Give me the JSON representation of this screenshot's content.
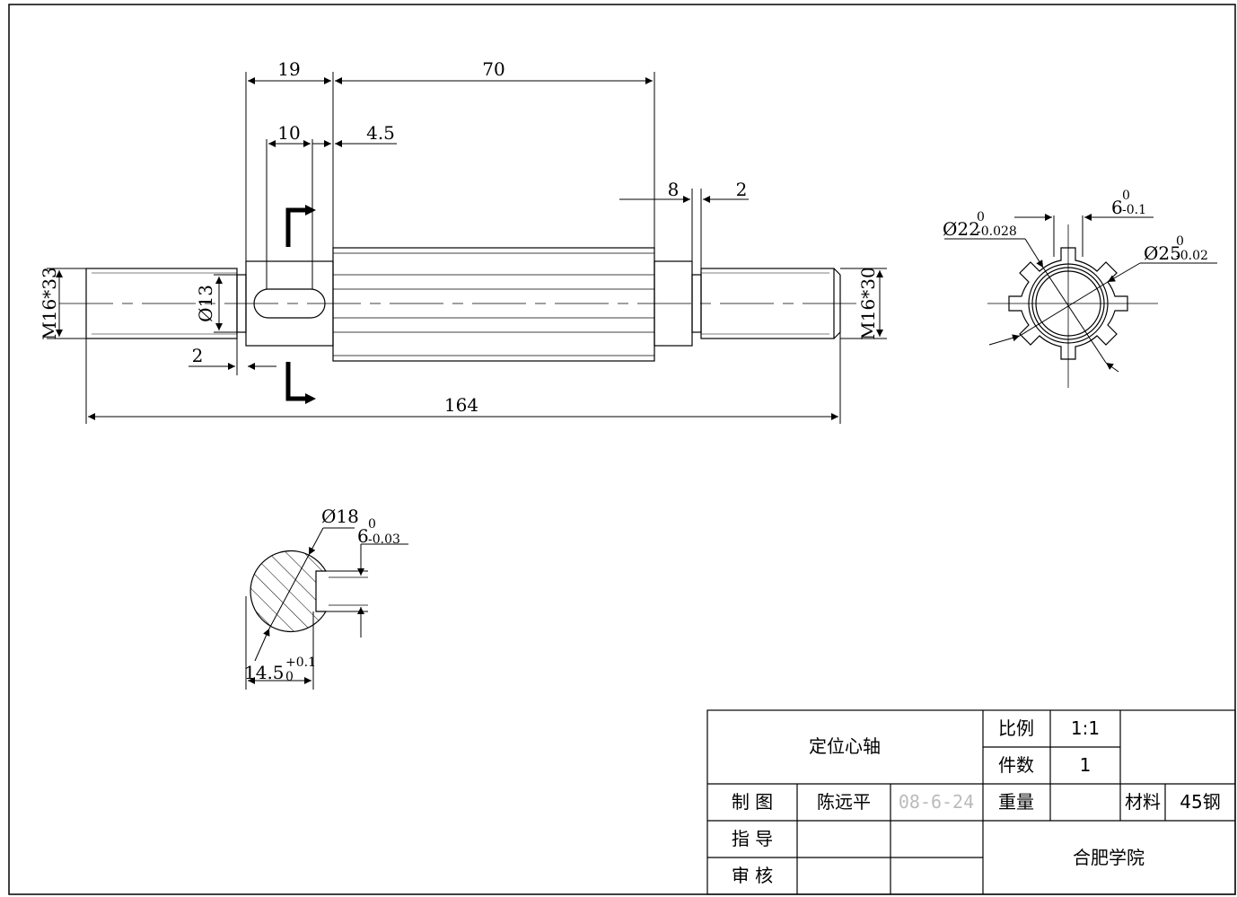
{
  "shaft_view": {
    "dims": {
      "d19": "19",
      "d70": "70",
      "d10": "10",
      "d4_5": "4.5",
      "d8": "8",
      "d2_top": "2",
      "d13": "Ø13",
      "thread_left": "M16*33",
      "thread_right": "M16*30",
      "d2_bottom": "2",
      "total": "164"
    }
  },
  "end_view": {
    "d22": "Ø22",
    "d22_upper": "0",
    "d22_lower": "-0.028",
    "d25": "Ø25",
    "d25_upper": "0",
    "d25_lower": "-0.02",
    "w6": "6",
    "w6_upper": "0",
    "w6_lower": "-0.1"
  },
  "section_view": {
    "d18": "Ø18",
    "w6": "6",
    "w6_upper": "0",
    "w6_lower": "-0.03",
    "depth": "14.5",
    "depth_upper": "+0.1",
    "depth_lower": "0"
  },
  "title_block": {
    "part_name": "定位心轴",
    "scale_label": "比例",
    "scale_value": "1:1",
    "qty_label": "件数",
    "qty_value": "1",
    "drawn_label": "制 图",
    "drawn_by": "陈远平",
    "drawn_date": "08-6-24",
    "weight_label": "重量",
    "material_label": "材料",
    "material_value": "45钢",
    "guide_label": "指 导",
    "review_label": "审 核",
    "school": "合肥学院"
  }
}
